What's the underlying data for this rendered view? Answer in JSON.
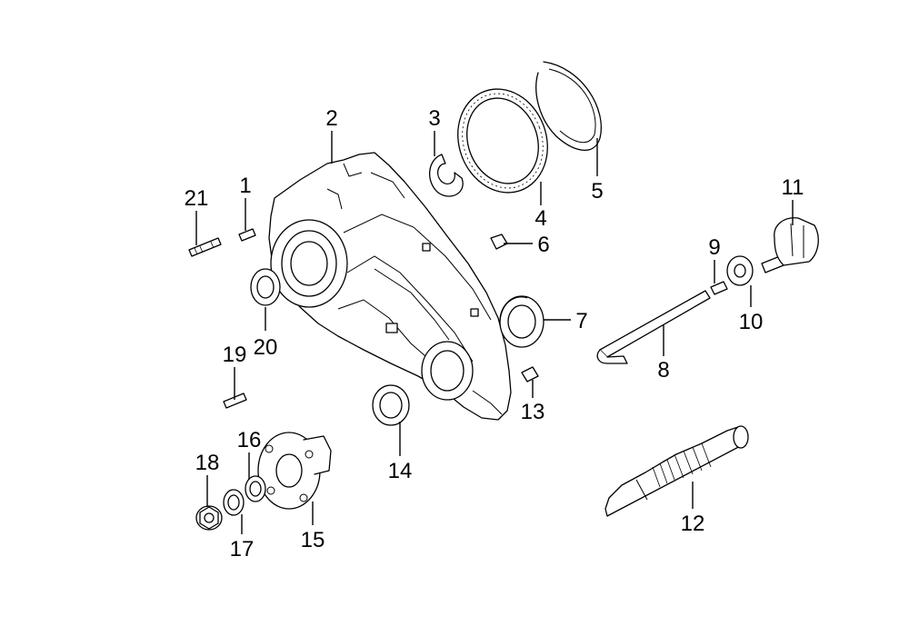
{
  "diagram": {
    "type": "exploded-parts-diagram",
    "background": "#ffffff",
    "line_color": "#000000"
  },
  "callouts": {
    "c1": "1",
    "c2": "2",
    "c3": "3",
    "c4": "4",
    "c5": "5",
    "c6": "6",
    "c7": "7",
    "c8": "8",
    "c9": "9",
    "c10": "10",
    "c11": "11",
    "c12": "12",
    "c13": "13",
    "c14": "14",
    "c15": "15",
    "c16": "16",
    "c17": "17",
    "c18": "18",
    "c19": "19",
    "c20": "20",
    "c21": "21"
  }
}
